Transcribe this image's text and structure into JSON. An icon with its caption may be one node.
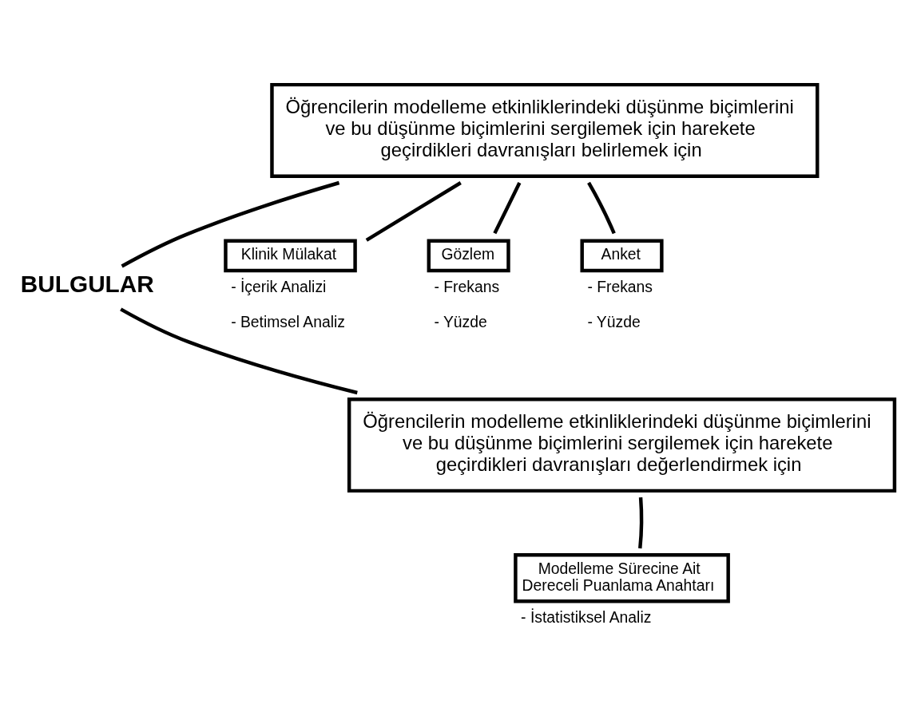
{
  "diagram": {
    "nodes": [
      {
        "text": [
          "BULGULAR"
        ]
      },
      {
        "text": [
          "Öğrencilerin modelleme etkinliklerindeki düşünme biçimlerini ve bu düşünme biçimlerini sergilemek için harekete geçirdikleri davranışları belirlemek için"
        ]
      },
      {
        "text": [
          "Klinik Mülakat"
        ],
        "beside": [
          "- İçerik Analizi",
          "- Betimsel Analiz"
        ]
      },
      {
        "text": [
          "Gözlem"
        ],
        "beside": [
          "- Frekans",
          "- Yüzde"
        ]
      },
      {
        "text": [
          "Anket"
        ],
        "beside": [
          "- Frekans",
          "- Yüzde"
        ]
      },
      {
        "text": [
          "Öğrencilerin modelleme etkinliklerindeki düşünme biçimlerini ve bu düşünme biçimlerini sergilemek için harekete geçirdikleri davranışları değerlendirmek için"
        ]
      },
      {
        "text": [
          "Modelleme Sürecine Ait Dereceli Puanlama Anahtarı"
        ],
        "beside": [
          "- İstatistiksel Analiz"
        ]
      }
    ],
    "edges": [
      {
        "from": 0,
        "to": 1,
        "arrow": "none"
      },
      {
        "from": 0,
        "to": 5,
        "arrow": "none"
      },
      {
        "from": 1,
        "to": 2,
        "arrow": "none"
      },
      {
        "from": 1,
        "to": 3,
        "arrow": "none"
      },
      {
        "from": 1,
        "to": 4,
        "arrow": "none"
      },
      {
        "from": 5,
        "to": 6,
        "arrow": "none"
      }
    ]
  }
}
